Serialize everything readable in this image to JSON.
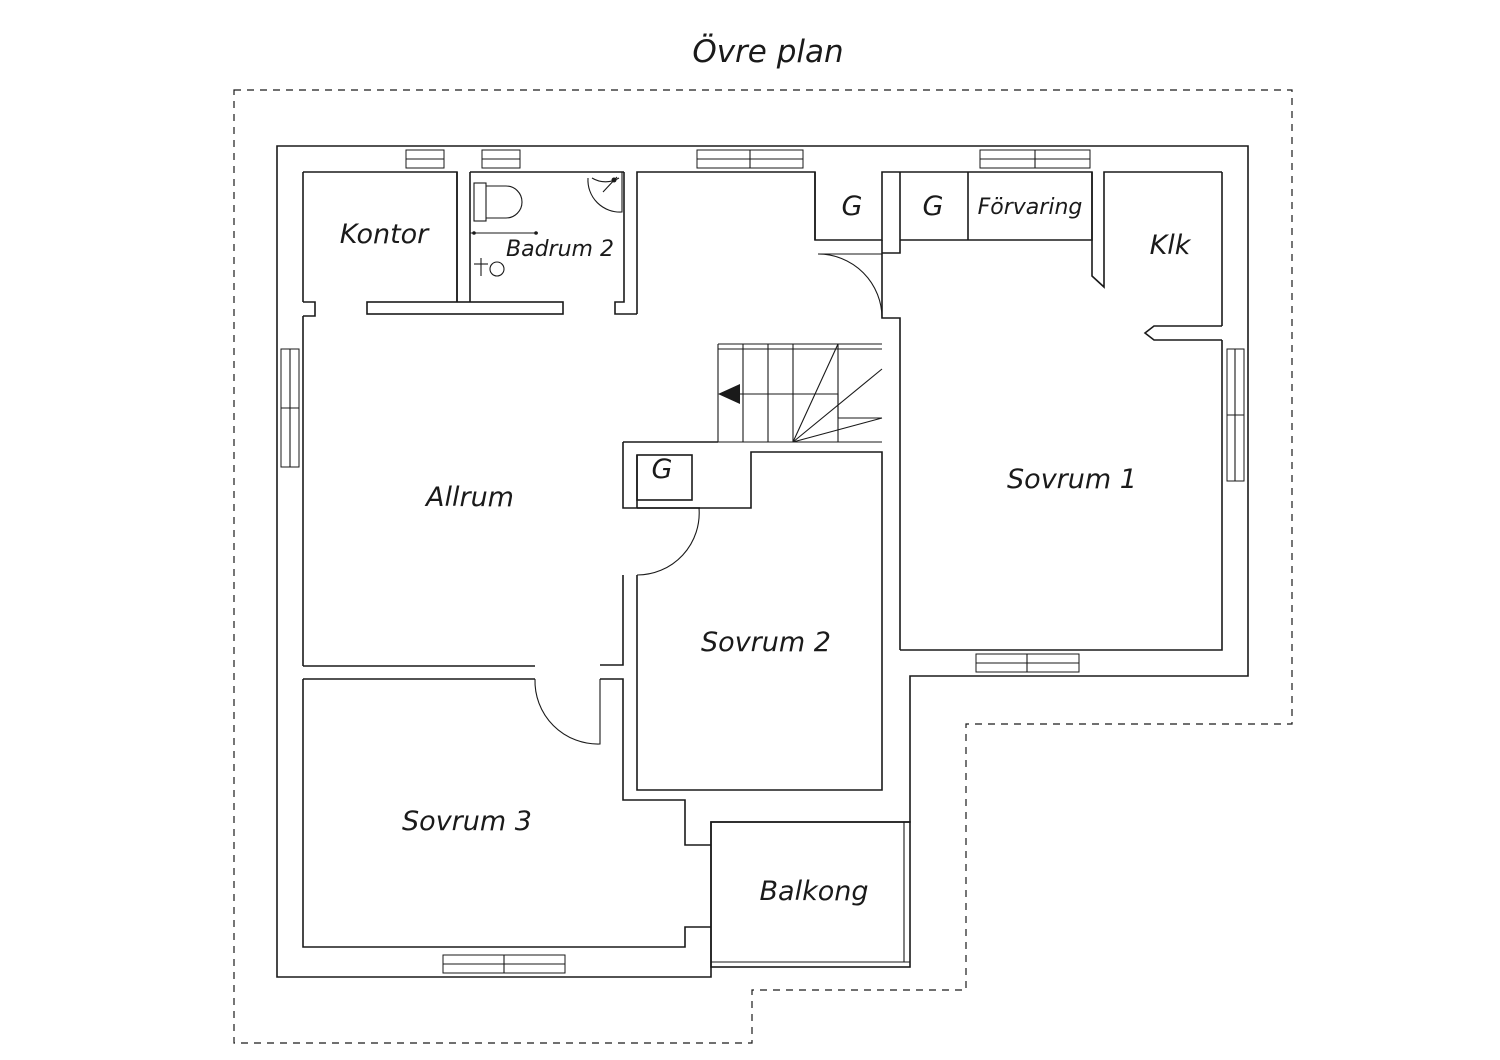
{
  "title": "Övre plan",
  "rooms": {
    "kontor": "Kontor",
    "badrum2": "Badrum 2",
    "g1": "G",
    "g2": "G",
    "forvaring": "Förvaring",
    "klk": "Klk",
    "allrum": "Allrum",
    "g3": "G",
    "sovrum1": "Sovrum 1",
    "sovrum2": "Sovrum 2",
    "sovrum3": "Sovrum 3",
    "balkong": "Balkong"
  }
}
